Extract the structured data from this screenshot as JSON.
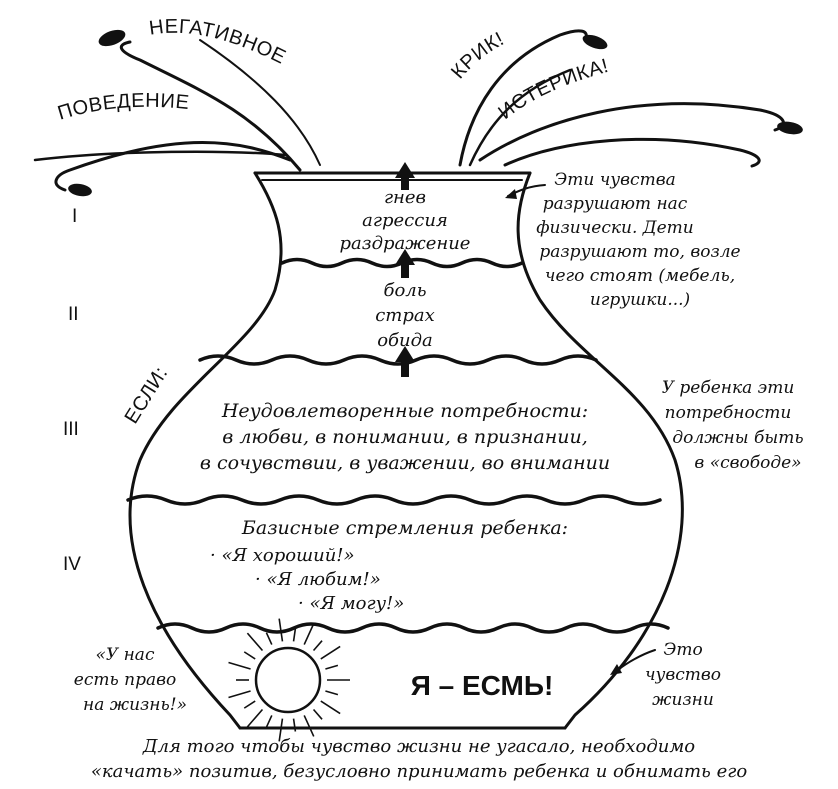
{
  "splash_words": {
    "negative": "НЕГАТИВНОЕ",
    "behavior": "ПОВЕДЕНИЕ",
    "scream": "КРИК!",
    "hysteria": "ИСТЕРИКА!"
  },
  "if_label": "ЕСЛИ:",
  "levels": [
    {
      "numeral": "I",
      "lines": [
        "гнев",
        "агрессия",
        "раздражение"
      ]
    },
    {
      "numeral": "II",
      "lines": [
        "боль",
        "страх",
        "обида"
      ]
    },
    {
      "numeral": "III",
      "lines": [
        "Неудовлетворенные потребности:",
        "в любви, в понимании, в признании,",
        "в сочувствии, в уважении, во внимании"
      ]
    },
    {
      "numeral": "IV",
      "lines": [
        "Базисные стремления ребенка:",
        "· «Я хороший!»",
        "· «Я любим!»",
        "· «Я могу!»"
      ]
    }
  ],
  "core_text": "Я – ЕСМЬ!",
  "right_notes": {
    "level1": [
      "Эти чувства",
      "разрушают нас",
      "физически. Дети",
      "разрушают то, возле",
      "чего стоят (мебель,",
      "игрушки...)"
    ],
    "level3": [
      "У ребенка эти",
      "потребности",
      "должны быть",
      "в «свободе»"
    ],
    "core": [
      "Это",
      "чувство",
      "жизни"
    ]
  },
  "left_note_core": [
    "«У нас",
    "есть право",
    "на жизнь!»"
  ],
  "bottom_caption": [
    "Для того чтобы чувство жизни не угасало, необходимо",
    "«качать» позитив, безусловно принимать ребенка и обнимать его"
  ],
  "icons": {
    "arrows": "up-arrow-icon",
    "sun": "sun-icon",
    "pointer": "pointer-arrow-icon"
  }
}
